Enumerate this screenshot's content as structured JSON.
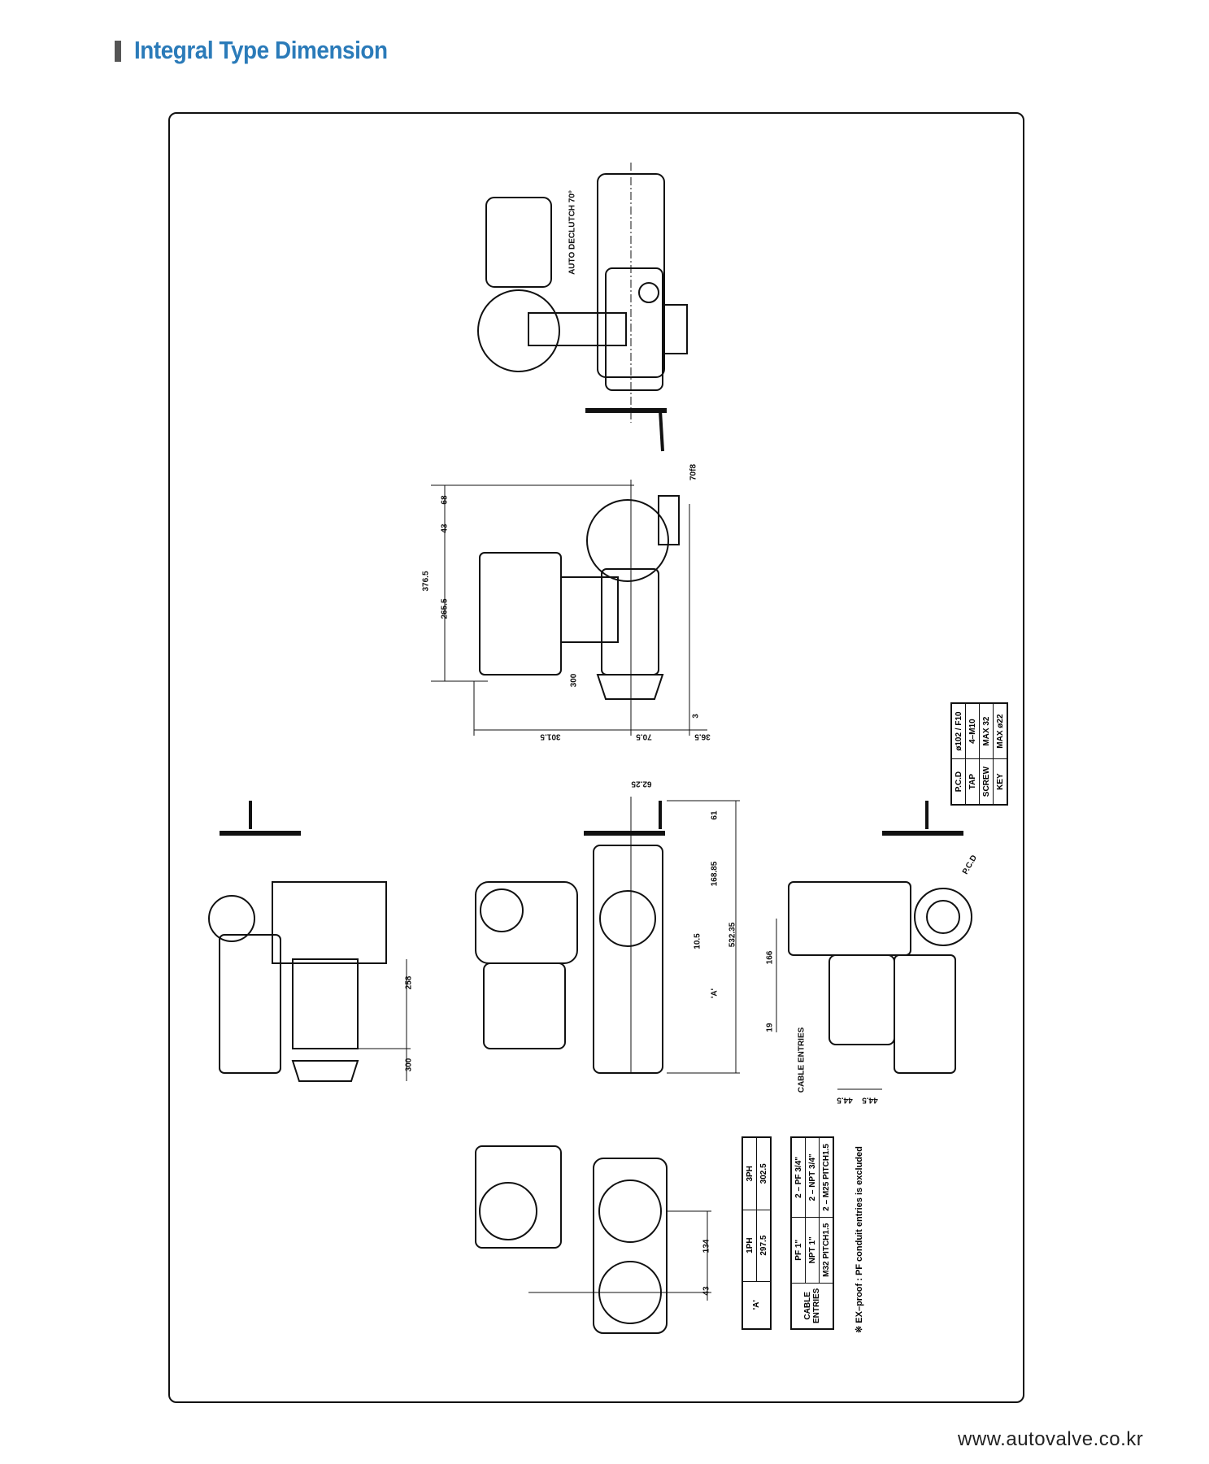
{
  "header": {
    "title": "Integral Type Dimension"
  },
  "drawing": {
    "auto_declutch": "AUTO DECLUTCH 70°",
    "side_view": {
      "d70f8": "70f8",
      "d68": "68",
      "d43": "43",
      "d376": "376.5",
      "d265": "265.5",
      "d300": "300",
      "d3": "3",
      "d301": "301.5",
      "d70": "70.5",
      "d36": "36.5"
    },
    "front_view": {
      "d62": "62.25",
      "d61": "61",
      "d168": "168.85",
      "d10": "10.5",
      "d532": "532.35",
      "dA": "'A'"
    },
    "left_view": {
      "d258": "258",
      "d300": "300"
    },
    "right_view": {
      "d166": "166",
      "d19": "19",
      "cable": "CABLE ENTRIES",
      "d44a": "44.5",
      "d44b": "44.5",
      "pcd": "P.C.D"
    },
    "bottom_view": {
      "d134": "134",
      "d43": "43"
    }
  },
  "flange_table": {
    "rows": [
      {
        "label": "P.C.D",
        "value": "ø102 / F10"
      },
      {
        "label": "TAP",
        "value": "4–M10"
      },
      {
        "label": "SCREW",
        "value": "MAX 32"
      },
      {
        "label": "KEY",
        "value": "MAX ø22"
      }
    ]
  },
  "a_table": {
    "label": "'A'",
    "h1": "1PH",
    "v1": "297.5",
    "h2": "3PH",
    "v2": "302.5"
  },
  "cable_table": {
    "label": "CABLE ENTRIES",
    "rows": [
      [
        "PF 1\"",
        "2 – PF 3/4\""
      ],
      [
        "NPT 1\"",
        "2 – NPT 3/4\""
      ],
      [
        "M32 PITCH1.5",
        "2 – M25 PITCH1.5"
      ]
    ]
  },
  "note": "※ EX–proof : PF conduit entries is excluded",
  "footer": {
    "url": "www.autovalve.co.kr"
  }
}
